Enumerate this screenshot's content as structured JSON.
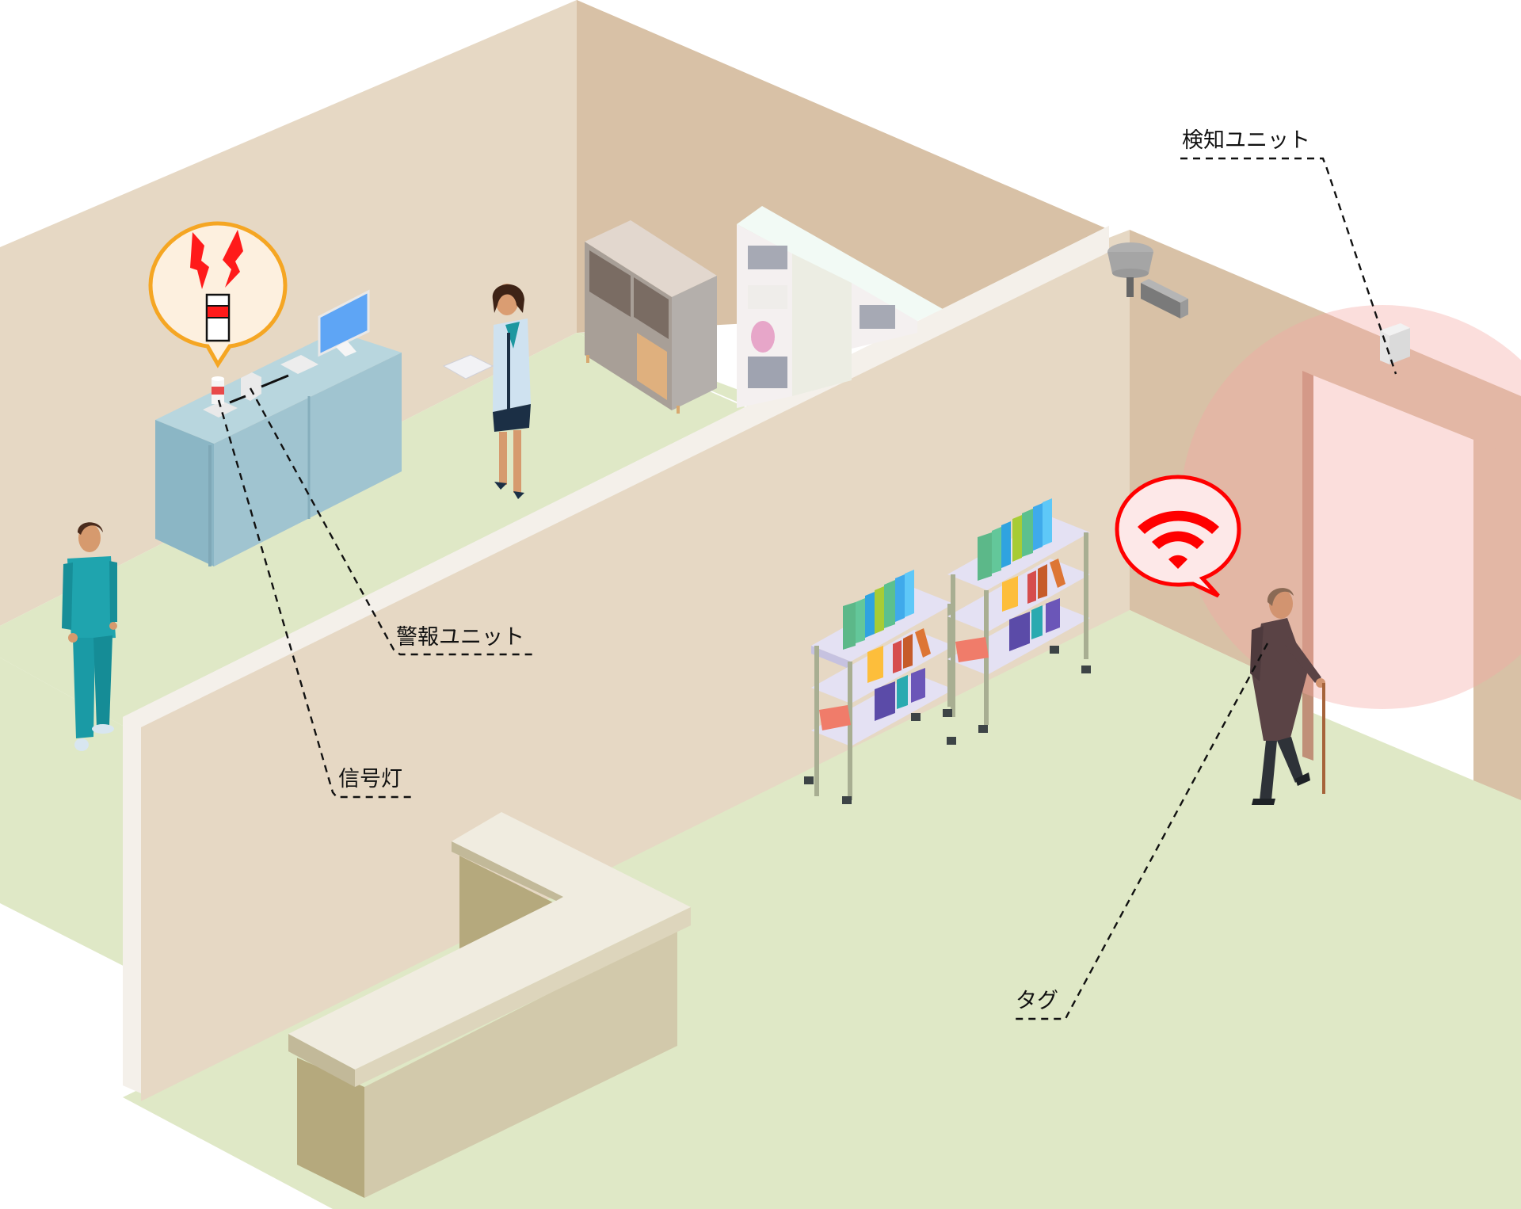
{
  "diagram": {
    "type": "isometric-facility-illustration",
    "description": "Wandering detection system in a care facility"
  },
  "labels": {
    "detection_unit": "検知ユニット",
    "alarm_unit": "警報ユニット",
    "signal_light": "信号灯",
    "tag": "タグ"
  },
  "components": [
    {
      "id": "detection_unit",
      "label": "検知ユニット",
      "location": "above doorway on right wall"
    },
    {
      "id": "alarm_unit",
      "label": "警報ユニット",
      "location": "on staff counter"
    },
    {
      "id": "signal_light",
      "label": "信号灯",
      "location": "on staff counter"
    },
    {
      "id": "tag",
      "label": "タグ",
      "location": "carried by elderly resident"
    }
  ],
  "bubbles": {
    "alarm": {
      "icon": "lightning-signal-light-icon",
      "border_color": "#F5A623",
      "fill_color": "#FDF0DF"
    },
    "tag_signal": {
      "icon": "wifi-signal-icon",
      "border_color": "#FF0000",
      "fill_color": "#FDE8E8"
    }
  },
  "colors": {
    "wall_light": "#E6D8C4",
    "wall_dark": "#D8C1A6",
    "wall_edge": "#F4F0EA",
    "floor": "#DFE8C6",
    "counter_blue": "#9DC3CF",
    "detection_zone": "#F5A9A4",
    "reception_top": "#F0ECE0",
    "reception_front": "#D2C9AB",
    "reception_side": "#B5A97D",
    "alert_red": "#FF0000"
  },
  "people": [
    {
      "role": "staff-nurse",
      "outfit": "teal scrubs"
    },
    {
      "role": "doctor",
      "outfit": "white coat"
    },
    {
      "role": "elderly-resident",
      "outfit": "brown suit with cane"
    }
  ]
}
